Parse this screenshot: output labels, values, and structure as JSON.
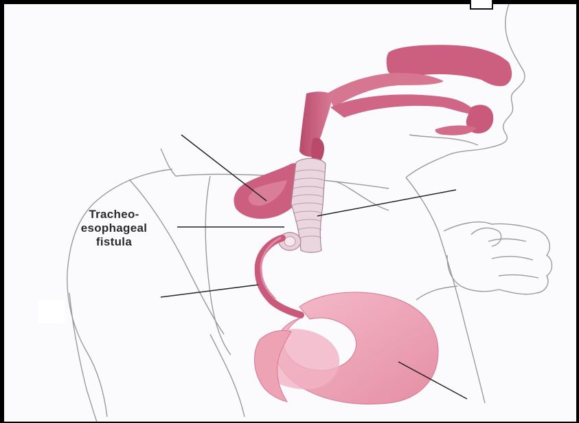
{
  "diagram": {
    "label_lines": [
      "Tracheo-",
      "esophageal",
      "fistula"
    ]
  },
  "colors": {
    "background": "#fbfbfd",
    "outline": "#8a8a8a",
    "organ_dark": "#c95a7c",
    "organ_mid": "#dc7f98",
    "stomach": "#eea3b5",
    "trachea": "#e8d4dc",
    "leader_line": "#222222"
  }
}
